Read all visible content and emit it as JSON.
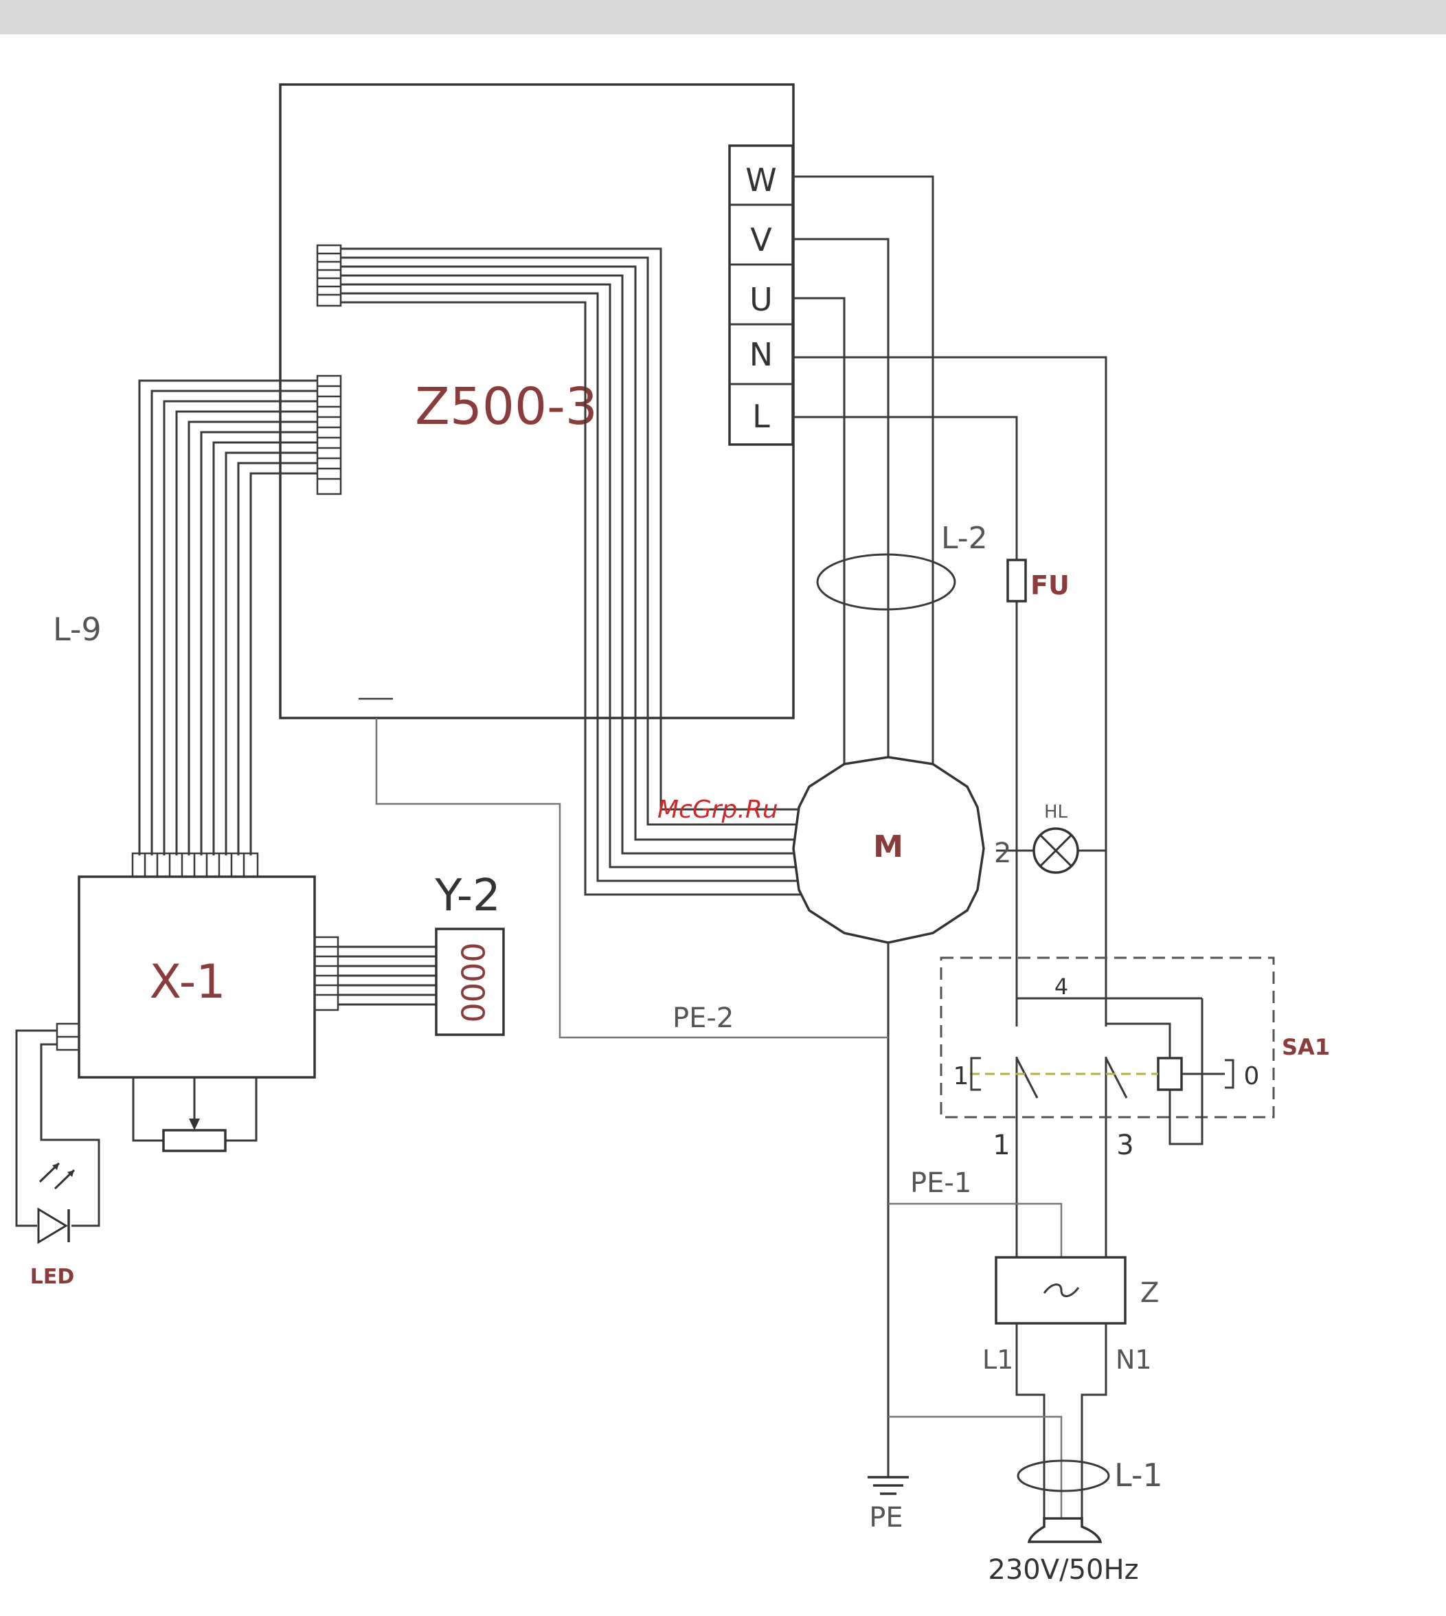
{
  "labels": {
    "controller": "Z500-3",
    "terminals": [
      "W",
      "V",
      "U",
      "N",
      "L"
    ],
    "ring_l2": "L-2",
    "fuse": "FU",
    "harness_l9": "L-9",
    "motor": "M",
    "watermark": "McGrp.Ru",
    "lamp": "HL",
    "lamp_pin": "2",
    "unit_x1": "X-1",
    "unit_y2": "Y-2",
    "y2_digits": "0000",
    "pe2": "PE-2",
    "switch": "SA1",
    "sw_4": "4",
    "sw_1": "1",
    "sw_0": "0",
    "sw_pin1": "1",
    "sw_pin3": "3",
    "pe1": "PE-1",
    "filter": "Z",
    "l1": "L1",
    "n1": "N1",
    "ground": "PE",
    "ring_l1": "L-1",
    "supply": "230V/50Hz",
    "led": "LED"
  },
  "colors": {
    "wire": "#3a3a3a",
    "label": "#555555",
    "accent_label": "#8a3b3b",
    "dashed_box": "#b5b040",
    "watermark": "#cc2a2a"
  }
}
